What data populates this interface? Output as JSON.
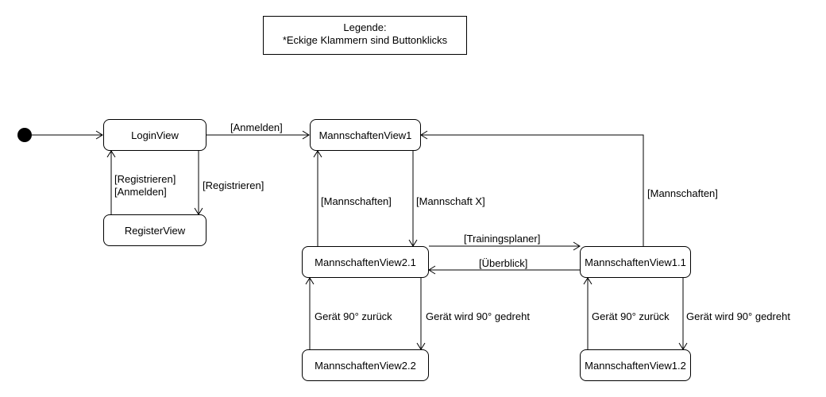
{
  "legend": {
    "line1": "Legende:",
    "line2": "*Eckige Klammern sind Buttonklicks"
  },
  "states": {
    "login": "LoginView",
    "register": "RegisterView",
    "mv1": "MannschaftenView1",
    "mv21": "MannschaftenView2.1",
    "mv11": "MannschaftenView1.1",
    "mv22": "MannschaftenView2.2",
    "mv12": "MannschaftenView1.2"
  },
  "transitions": {
    "login_to_mv1": "[Anmelden]",
    "register_to_login_1": "[Registrieren]",
    "register_to_login_2": "[Anmelden]",
    "login_to_register": "[Registrieren]",
    "mv21_to_mv1": "[Mannschaften]",
    "mv1_to_mv21": "[Mannschaft X]",
    "mv11_to_mv1": "[Mannschaften]",
    "mv21_to_mv11": "[Trainingsplaner]",
    "mv11_to_mv21": "[Überblick]",
    "mv22_to_mv21": "Gerät 90° zurück",
    "mv21_to_mv22": "Gerät wird 90° gedreht",
    "mv12_to_mv11": "Gerät 90° zurück",
    "mv11_to_mv12": "Gerät wird 90° gedreht"
  }
}
